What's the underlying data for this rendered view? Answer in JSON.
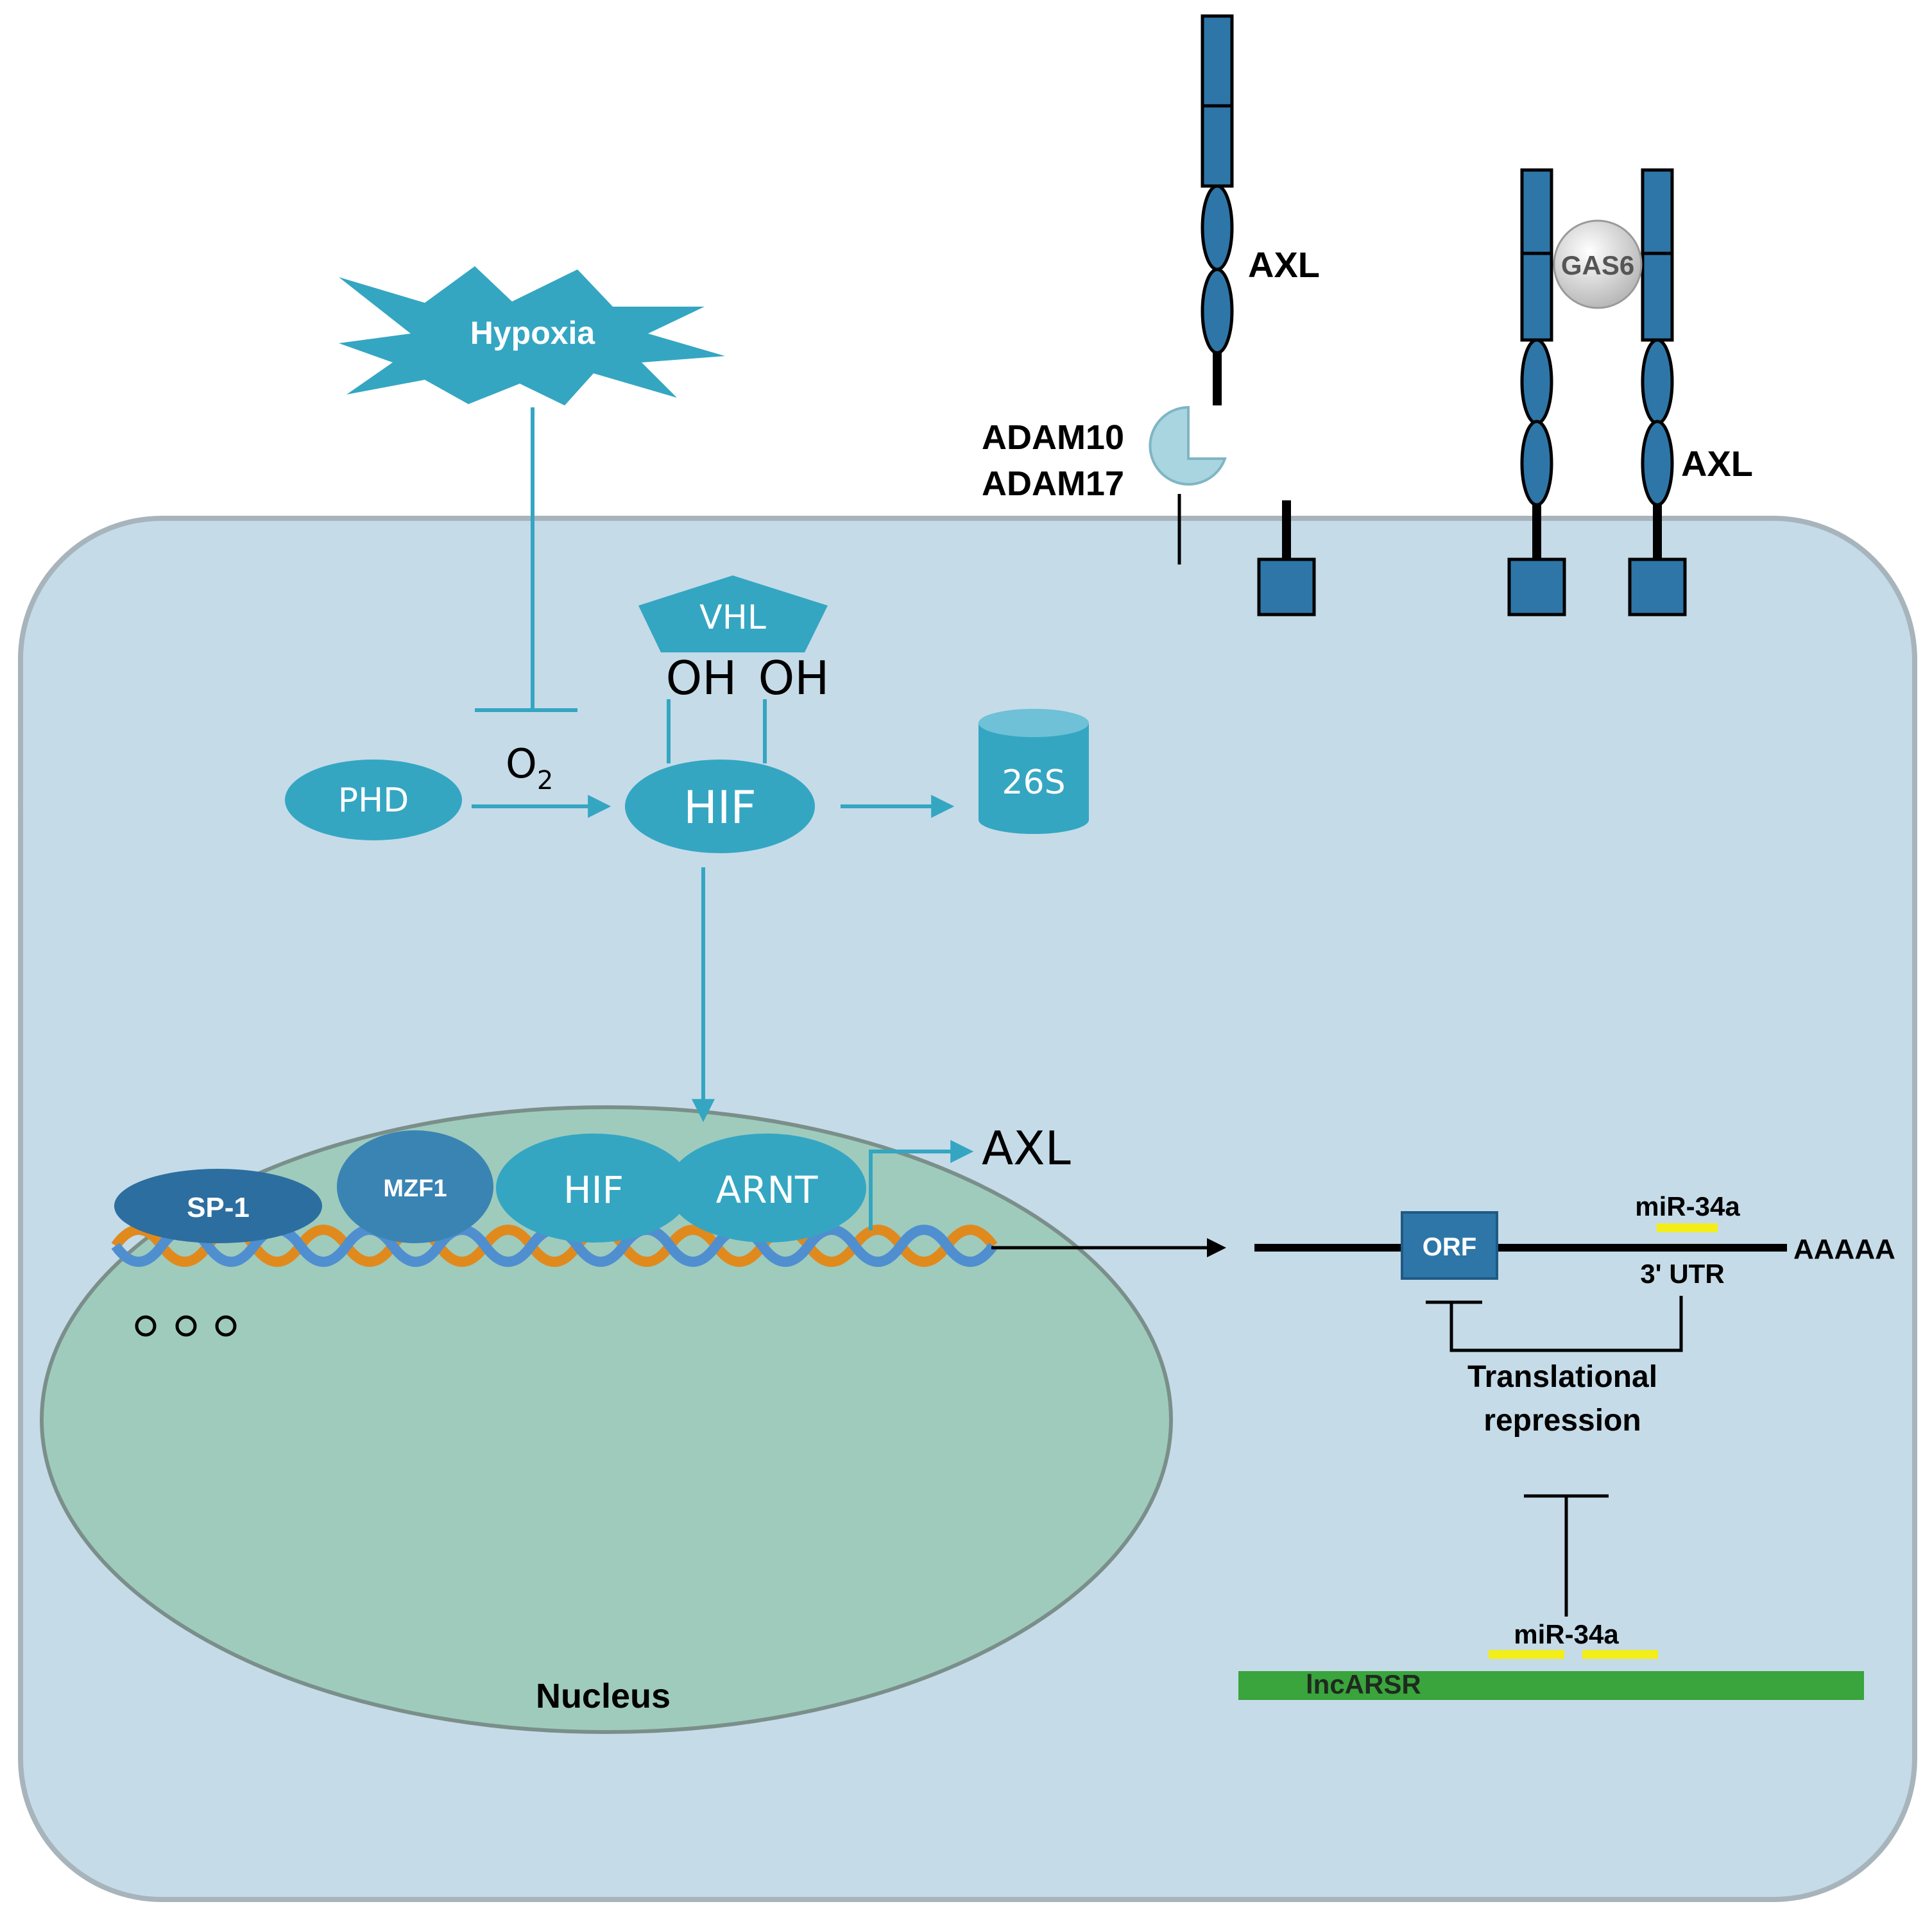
{
  "labels": {
    "hypoxia": "Hypoxia",
    "vhl": "VHL",
    "oh1": "OH",
    "oh2": "OH",
    "phd": "PHD",
    "o2_o": "O",
    "o2_sub": "2",
    "hif_cyto": "HIF",
    "proteasome": "26S",
    "axl_receptor_top": "AXL",
    "axl_receptor_right": "AXL",
    "gas6": "GAS6",
    "adam10": "ADAM10",
    "adam17": "ADAM17",
    "sp1": "SP-1",
    "mzf1": "MZF1",
    "hif_nuc": "HIF",
    "arnt": "ARNT",
    "axl_gene": "AXL",
    "nucleus": "Nucleus",
    "orf": "ORF",
    "mir34a_top": "miR-34a",
    "utr": "3' UTR",
    "polya": "AAAAA",
    "translational": "Translational",
    "repression": "repression",
    "mir34a_bottom": "miR-34a",
    "lncarsr": "lncARSR"
  },
  "colors": {
    "cell_fill": "#c5dbe8",
    "cell_stroke": "#a7b4bb",
    "nucleus_fill": "#9fcbbd",
    "teal": "#34a6c2",
    "receptor_blue": "#2e76a8",
    "dark_blue_protein": "#2c6e9f",
    "mzf1_blue": "#3a84b3",
    "dna_orange": "#e08a1e",
    "dna_blue": "#4f8fd0",
    "mir_yellow": "#f3ee1a",
    "lnc_green": "#3aa43d"
  }
}
